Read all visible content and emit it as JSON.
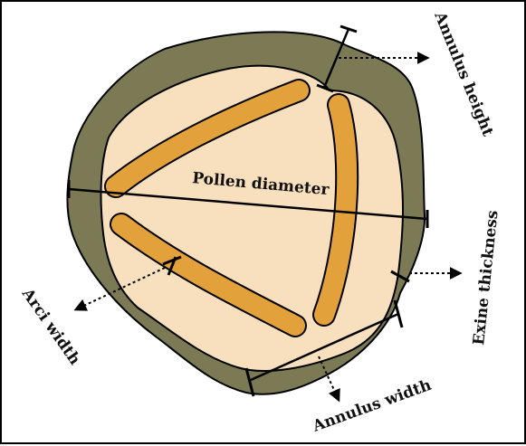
{
  "colors": {
    "annulus": "#7b7a55",
    "pollen_body": "#f8dfbd",
    "arci": "#e3a13b",
    "line": "#000000"
  },
  "labels": {
    "pollen_diameter": "Pollen diameter",
    "annulus_height": "Annulus height",
    "exine_thickness": "Exine thickness",
    "arci_width": "Arci width",
    "annulus_width": "Annulus width"
  }
}
